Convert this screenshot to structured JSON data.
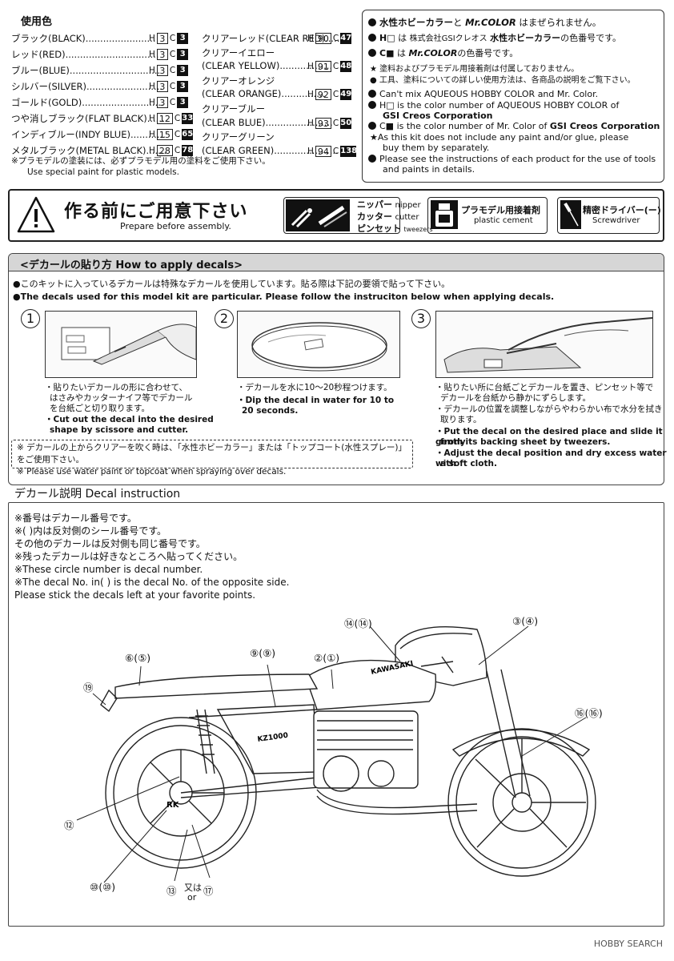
{
  "colors_section": {
    "title": "使用色",
    "left_rows": [
      {
        "name": "ブラック(BLACK)",
        "dots": "........................",
        "h": "3",
        "c": "3"
      },
      {
        "name": "レッド(RED)",
        "dots": "................................",
        "h": "3",
        "c": "3"
      },
      {
        "name": "ブルー(BLUE)",
        "dots": "...............................",
        "h": "3",
        "c": "3"
      },
      {
        "name": "シルバー(SILVER)",
        "dots": "..........................",
        "h": "3",
        "c": "3"
      },
      {
        "name": "ゴールド(GOLD)",
        "dots": "............................",
        "h": "3",
        "c": "3"
      },
      {
        "name": "つや消しブラック(FLAT BLACK)",
        "dots": ".......",
        "h": "12",
        "c": "33"
      },
      {
        "name": "インディブルー(INDY BLUE)",
        "dots": "............",
        "h": "15",
        "c": "65"
      },
      {
        "name": "メタルブラック(METAL BLACK)",
        "dots": ".......",
        "h": "28",
        "c": "78"
      }
    ],
    "right_rows": [
      {
        "name": "クリアーレッド(CLEAR RED)",
        "dots": ".....",
        "h": "90",
        "c": "47"
      },
      {
        "name": "クリアーイエロー",
        "dots": "",
        "h": "",
        "c": ""
      },
      {
        "name": "(CLEAR YELLOW)",
        "dots": "..................",
        "h": "91",
        "c": "48"
      },
      {
        "name": "クリアーオレンジ",
        "dots": "",
        "h": "",
        "c": ""
      },
      {
        "name": "(CLEAR ORANGE)",
        "dots": "...............",
        "h": "92",
        "c": "49"
      },
      {
        "name": "クリアーブルー",
        "dots": "",
        "h": "",
        "c": ""
      },
      {
        "name": "(CLEAR BLUE)",
        "dots": ".......................",
        "h": "93",
        "c": "50"
      },
      {
        "name": "クリアーグリーン",
        "dots": "",
        "h": "",
        "c": ""
      },
      {
        "name": "(CLEAR GREEN)",
        "dots": "......................",
        "h": "94",
        "c": "138"
      }
    ],
    "h_label": "H",
    "c_label": "C",
    "note_jp": "※プラモデルの塗装には、必ずプラモデル用の塗料をご使用下さい。",
    "note_en": "Use special paint for plastic models."
  },
  "right_notes": {
    "n1_a": "水性ホビーカラー",
    "n1_b": "と",
    "n1_c": "Mr.COLOR",
    "n1_d": "はまぜられません。",
    "n2_a": "H□",
    "n2_b": "は",
    "n2_c": "株式会社GSIクレオス",
    "n2_d": "水性ホビーカラー",
    "n2_e": "の色番号です。",
    "n3_a": "C■",
    "n3_b": "は",
    "n3_c": "Mr.COLOR",
    "n3_d": "の色番号です。",
    "n4": "★ 塗料およびプラモデル用接着剤は付属しておりません。",
    "n5": "● 工具、塗料についての詳しい使用方法は、各商品の説明をご覧下さい。",
    "n6": "Can't mix AQUEOUS HOBBY COLOR and Mr. Color.",
    "n7": "H□ is the color number of AQUEOUS HOBBY COLOR of",
    "n7b": "GSI Creos Corporation",
    "n8_a": "C■ is the color number of Mr. Color of",
    "n8_b": "GSI Creos Corporation",
    "n9": "★As this kit does not include any paint and/or glue, please",
    "n9b": "buy them by separately.",
    "n10": "Please see the instructions of each product for the use of tools",
    "n10b": "and paints in details."
  },
  "prepare": {
    "title": "作る前にご用意下さい",
    "subtitle": "Prepare before assembly.",
    "tools": [
      {
        "jp": "ニッパー",
        "en": "nipper"
      },
      {
        "jp": "カッター",
        "en": "cutter"
      },
      {
        "jp": "ピンセット",
        "en": "tweezers"
      },
      {
        "jp": "プラモデル用接着剤",
        "en": "plastic cement"
      },
      {
        "jp": "精密ドライバー(ー)",
        "en": "Screwdriver"
      }
    ]
  },
  "howto": {
    "header": "<デカールの貼り方 How to apply decals>",
    "intro_jp": "●このキットに入っているデカールは特殊なデカールを使用しています。貼る際は下記の要領で貼って下さい。",
    "intro_en": "●The decals used for this model kit are particular. Please follow the instruciton below when applying decals.",
    "steps": [
      {
        "num": "1",
        "jp1": "・貼りたいデカールの形に合わせて、",
        "jp2": "はさみやカッターナイフ等でデカール",
        "jp3": "を台紙ごと切り取ります。",
        "en1": "・Cut out the decal into the desired",
        "en2": "shape by scissore and cutter."
      },
      {
        "num": "2",
        "jp1": "・デカールを水に10〜20秒程つけます。",
        "en1": "・Dip the decal in water for 10 to",
        "en2": "20 seconds."
      },
      {
        "num": "3",
        "jp1": "・貼りたい所に台紙ごとデカールを置き、ピンセット等で",
        "jp2": "デカールを台紙から静かにずらします。",
        "jp3": "・デカールの位置を調整しながらやわらかい布で水分を拭き",
        "jp4": "取ります。",
        "en1": "・Put the decal on the desired place and slide it gently",
        "en2": "from its backing sheet by tweezers.",
        "en3": "・Adjust the decal position and dry excess water with",
        "en4": "a soft cloth."
      }
    ],
    "warn_jp": "※ デカールの上からクリアーを吹く時は、「水性ホビーカラー」または「トップコート(水性スプレー)」をご使用下さい。",
    "warn_en": "※ Please use water paint or topcoat when spraying over decals."
  },
  "decal_instruction": {
    "title": "デカール説明 Decal instruction",
    "notes": [
      "※番号はデカール番号です。",
      "※(  )内は反対側のシール番号です。",
      "   その他のデカールは反対側も同じ番号です。",
      "※残ったデカールは好きなところへ貼ってください。",
      "※These circle number is decal number.",
      "※The decal No. in(   ) is the decal No. of the opposite side.",
      "   Please stick the decals left at your favorite points."
    ],
    "callouts": [
      "⑭(⑭)",
      "③(④)",
      "⑨(⑨)",
      "②(①)",
      "⑥(⑤)",
      "⑲",
      "⑯(⑯)",
      "⑫",
      "⑩(⑩)",
      "⑬",
      "又は",
      "or",
      "⑰"
    ],
    "bike_texts": {
      "tank": "KAWASAKI",
      "side": "KZ1000",
      "swing": "RK"
    }
  },
  "footer": "HOBBY SEARCH"
}
